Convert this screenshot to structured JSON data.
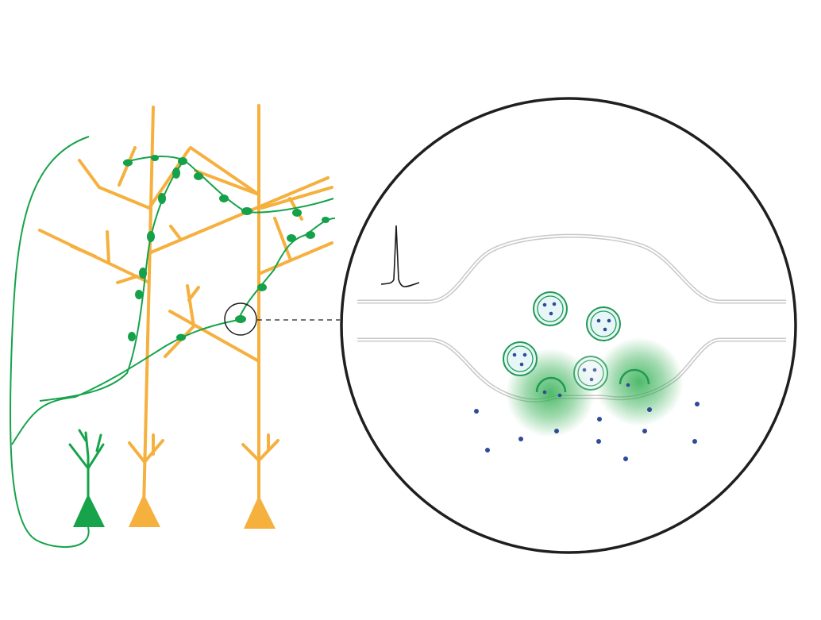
{
  "diagram": {
    "colors": {
      "background": "#ffffff",
      "excitatory_neuron": "#16a34a",
      "axon_varicosity": "#15a04a",
      "target_neuron": "#f5b03e",
      "zoom_circle": "#1f1f1f",
      "membrane": "#c8c8c8",
      "vesicle_fill": "#e7f6f6",
      "vesicle_ring": "#1f9a55",
      "neurotransmitter_dot": "#2e4a99",
      "release_glow": "#2fae4f",
      "spike_trace": "#1a1a1a"
    },
    "neurons": [
      {
        "role": "presynaptic",
        "color_key": "excitatory_neuron",
        "icon": "green-pyramidal-neuron"
      },
      {
        "role": "postsynaptic",
        "color_key": "target_neuron",
        "icon": "orange-pyramidal-neuron"
      },
      {
        "role": "postsynaptic",
        "color_key": "target_neuron",
        "icon": "orange-pyramidal-neuron"
      }
    ],
    "zoom_inset": {
      "shows": "synapse-close-up",
      "icon": "zoom-magnifier-circle",
      "contents": [
        "action-potential-spike",
        "presynaptic-membrane",
        "synaptic-vesicles",
        "vesicle-fusion-release",
        "neurotransmitter-molecules"
      ]
    }
  }
}
